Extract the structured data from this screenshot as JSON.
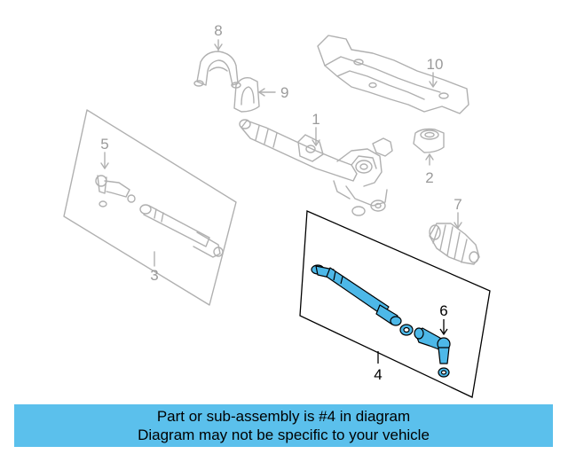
{
  "callouts": {
    "c1": "1",
    "c2": "2",
    "c3": "3",
    "c4": "4",
    "c5": "5",
    "c6": "6",
    "c7": "7",
    "c8": "8",
    "c9": "9",
    "c10": "10"
  },
  "highlighted_part": "4",
  "banner": {
    "line1": "Part or sub-assembly is #4 in diagram",
    "line2": "Diagram may not be specific to your vehicle"
  },
  "colors": {
    "highlight_part": "#4db8e8",
    "banner_bg": "#5bc0ec",
    "ghost_line": "#b0b0b0"
  }
}
